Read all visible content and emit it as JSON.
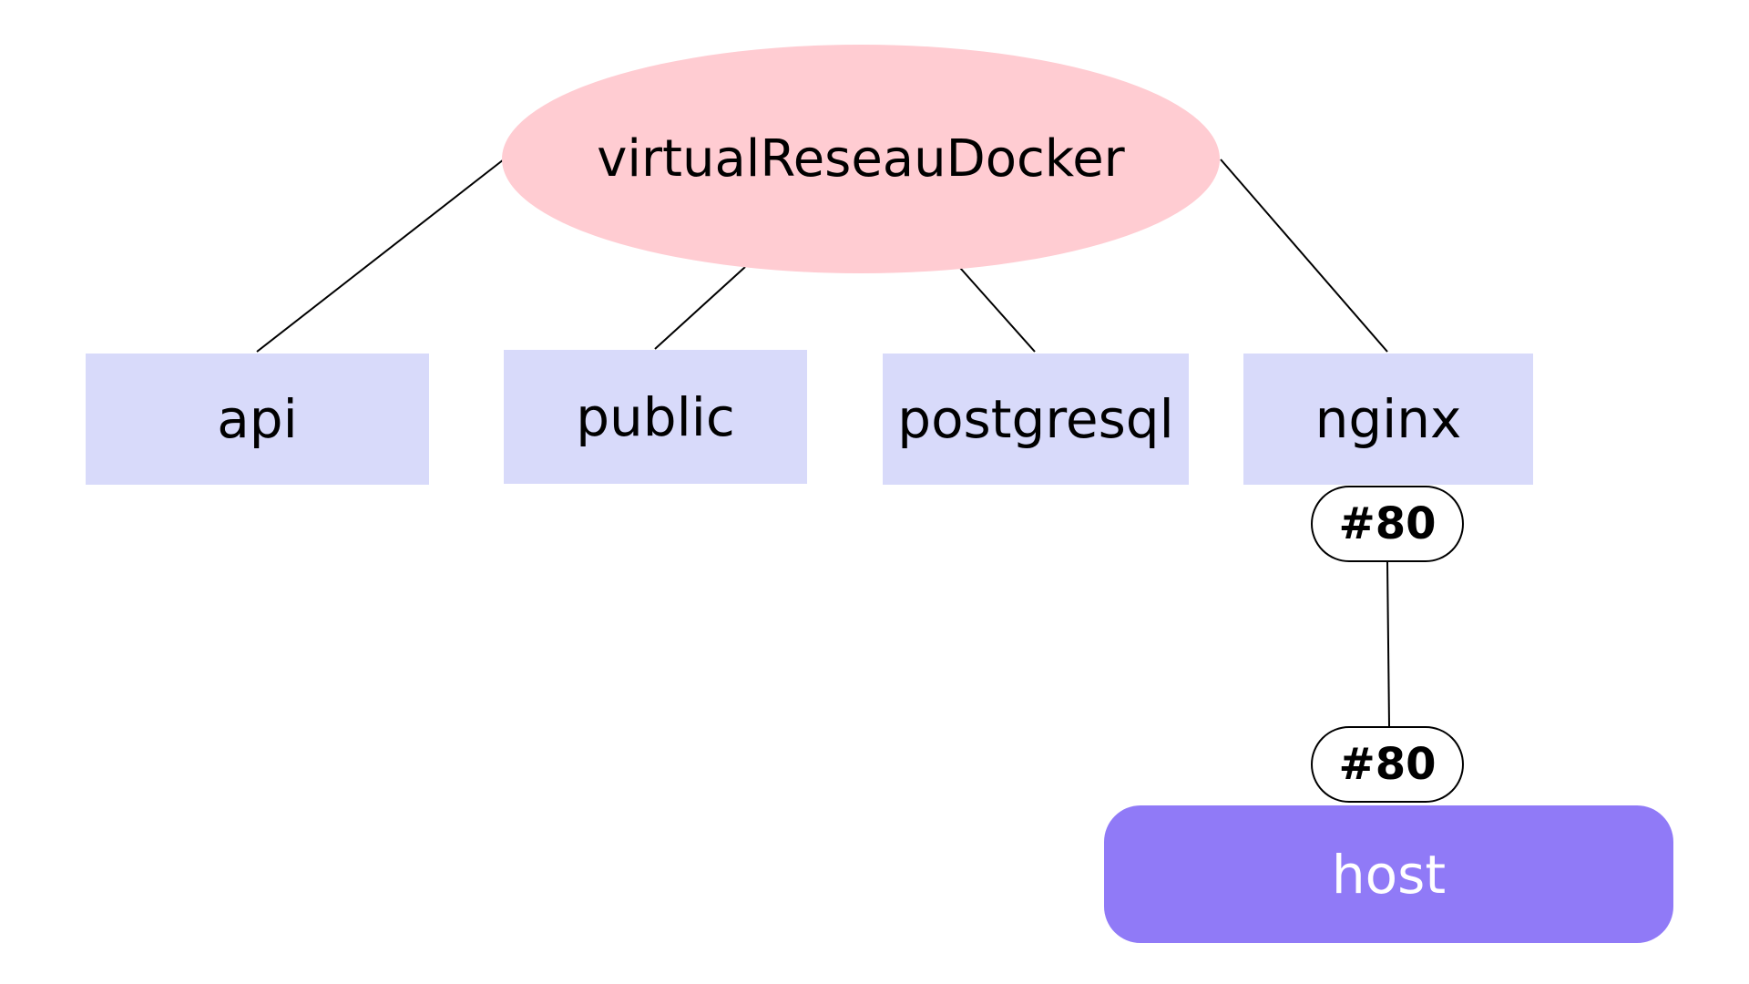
{
  "network": {
    "label": "virtualReseauDocker",
    "color": "#ffccd2"
  },
  "services": [
    {
      "label": "api"
    },
    {
      "label": "public"
    },
    {
      "label": "postgresql"
    },
    {
      "label": "nginx"
    }
  ],
  "service_color": "#d8dafa",
  "ports": {
    "container": "#80",
    "host": "#80"
  },
  "host": {
    "label": "host",
    "color": "#907af7"
  }
}
